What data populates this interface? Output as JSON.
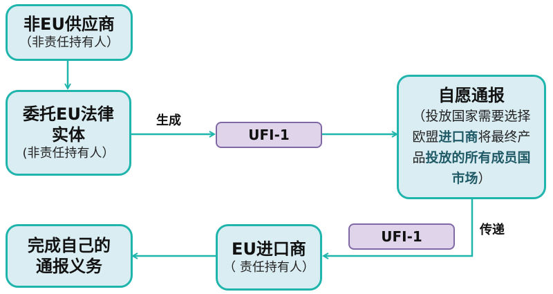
{
  "nodes": {
    "non_eu_supplier": {
      "title": "非EU供应商",
      "sub": "（非责任持有人）"
    },
    "eu_legal_entity": {
      "title_line1": "委托EU法律",
      "title_line2": "实体",
      "sub": "(非责任持有人）"
    },
    "voluntary_notification": {
      "title": "自愿通报",
      "desc_parts": [
        {
          "text": "（投放国家需要选择欧盟",
          "highlight": false
        },
        {
          "text": "进口商",
          "highlight": true
        },
        {
          "text": "将最终产品",
          "highlight": false
        },
        {
          "text": "投放的所有成员国市场",
          "highlight": true
        },
        {
          "text": "）",
          "highlight": false
        }
      ]
    },
    "eu_importer": {
      "title": "EU进口商",
      "sub": "（ 责任持有人）"
    },
    "own_notification": {
      "title_line1": "完成自己的",
      "title_line2": "通报义务"
    }
  },
  "tags": {
    "ufi_top": "UFI-1",
    "ufi_bottom": "UFI-1"
  },
  "edge_labels": {
    "generate": "生成",
    "transmit": "传递"
  },
  "colors": {
    "box_fill": "#daedf2",
    "box_border": "#1fb5ad",
    "tag_fill": "#e0d4ea",
    "tag_border": "#8067a6",
    "highlight_text": "#1f5a66"
  }
}
